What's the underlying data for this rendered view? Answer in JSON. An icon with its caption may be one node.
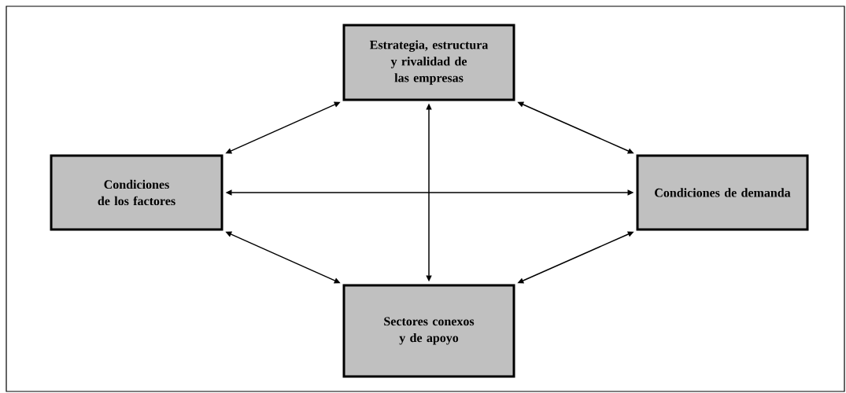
{
  "diagram": {
    "nodes": [
      {
        "text": [
          "Estrategia, estructura y rivalidad de las empresas"
        ]
      },
      {
        "text": [
          "Condiciones de los factores"
        ]
      },
      {
        "text": [
          "Condiciones de demanda"
        ]
      },
      {
        "text": [
          "Sectores conexos y de apoyo"
        ]
      }
    ],
    "edges": [
      {
        "from": 0,
        "to": 1,
        "arrow": "both"
      },
      {
        "from": 0,
        "to": 2,
        "arrow": "both"
      },
      {
        "from": 1,
        "to": 2,
        "arrow": "both"
      },
      {
        "from": 0,
        "to": 3,
        "arrow": "both"
      },
      {
        "from": 1,
        "to": 3,
        "arrow": "both"
      },
      {
        "from": 2,
        "to": 3,
        "arrow": "both"
      }
    ]
  }
}
